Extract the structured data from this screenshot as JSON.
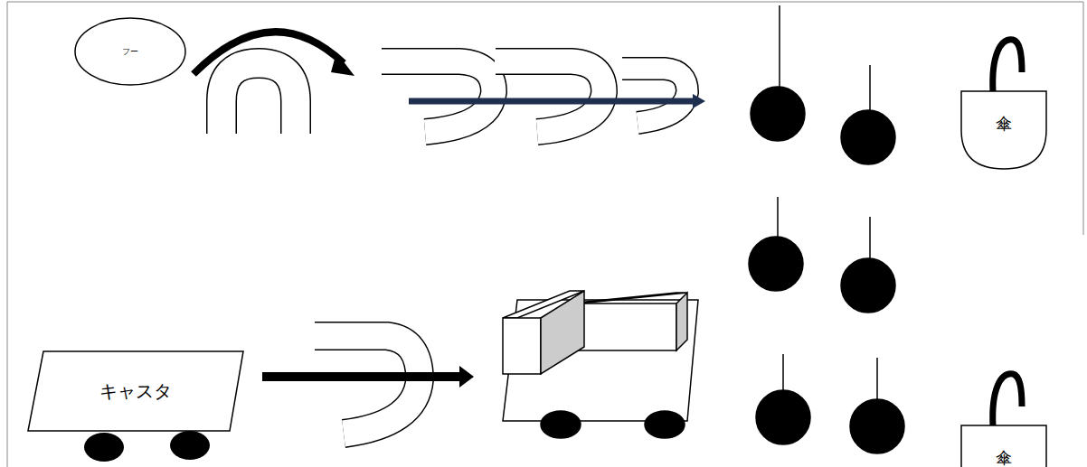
{
  "diagram": {
    "nodes": [
      {
        "text": [
          "フー"
        ]
      },
      {
        "text": [
          "傘"
        ]
      },
      {
        "text": [
          "キャスタ"
        ]
      },
      {
        "text": [
          "傘"
        ]
      }
    ]
  }
}
